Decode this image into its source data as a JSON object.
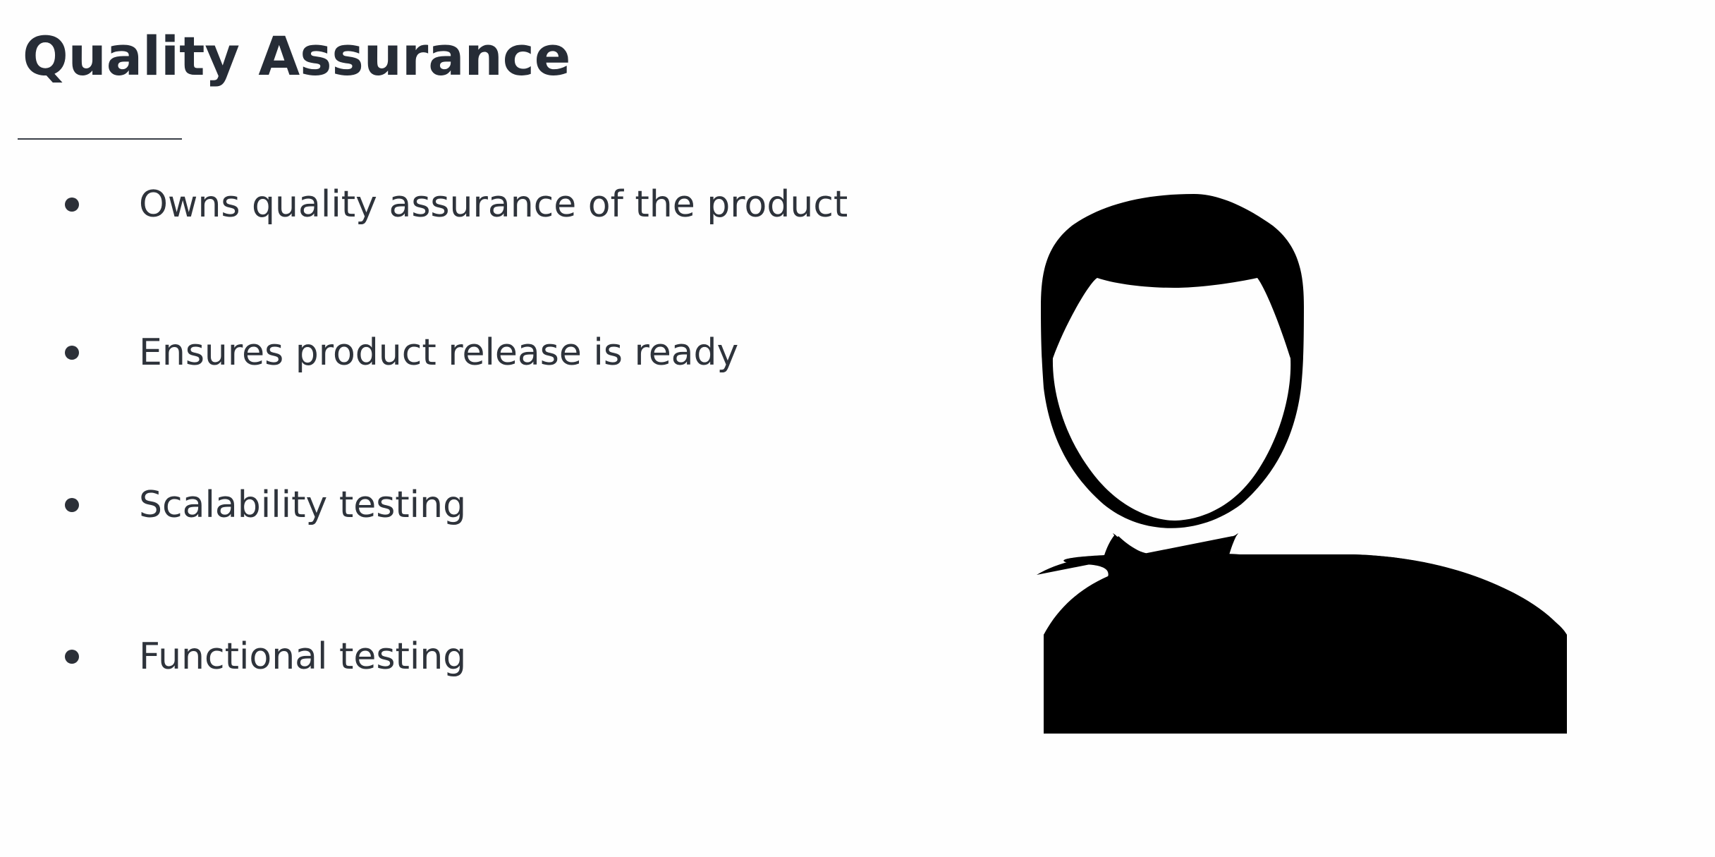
{
  "slide": {
    "title": "Quality Assurance",
    "bullets": [
      "Owns quality assurance of the product",
      "Ensures product release is ready",
      "Scalability testing",
      "Functional testing"
    ],
    "illustration": {
      "icon": "person-silhouette-icon",
      "color": "#000000"
    }
  }
}
